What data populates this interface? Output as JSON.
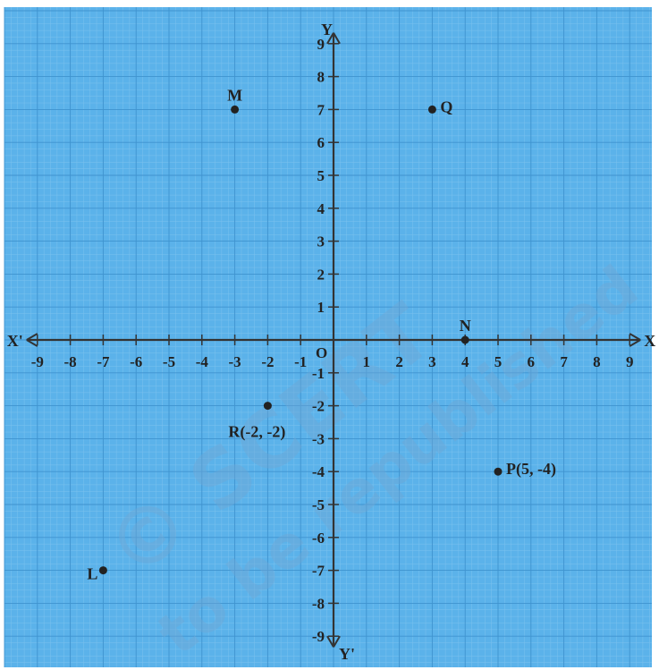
{
  "chart_data": {
    "type": "scatter",
    "xlim": [
      -9,
      9
    ],
    "ylim": [
      -9,
      9
    ],
    "x_ticks": [
      -9,
      -8,
      -7,
      -6,
      -5,
      -4,
      -3,
      -2,
      -1,
      1,
      2,
      3,
      4,
      5,
      6,
      7,
      8,
      9
    ],
    "y_ticks": [
      -9,
      -8,
      -7,
      -6,
      -5,
      -4,
      -3,
      -2,
      -1,
      1,
      2,
      3,
      4,
      5,
      6,
      7,
      8,
      9
    ],
    "x_tick_labels": [
      "-9",
      "-8",
      "-7",
      "-6",
      "-5",
      "-4",
      "-3",
      "-2",
      "-1",
      "1",
      "2",
      "3",
      "4",
      "5",
      "6",
      "7",
      "8",
      "9"
    ],
    "y_tick_labels": [
      "-9",
      "-8",
      "-7",
      "-6",
      "-5",
      "-4",
      "-3",
      "-2",
      "-1",
      "1",
      "2",
      "3",
      "4",
      "5",
      "6",
      "7",
      "8",
      "9"
    ],
    "origin_label": "O",
    "axis_names": {
      "x_pos": "X",
      "x_neg": "X'",
      "y_pos": "Y",
      "y_neg": "Y'"
    },
    "grid": true,
    "points": [
      {
        "label": "M",
        "x": -3,
        "y": 7,
        "anchor": "above"
      },
      {
        "label": "Q",
        "x": 3,
        "y": 7,
        "anchor": "right"
      },
      {
        "label": "N",
        "x": 4,
        "y": 0,
        "anchor": "above"
      },
      {
        "label": "R(-2, -2)",
        "x": -2,
        "y": -2,
        "anchor": "below-left"
      },
      {
        "label": "P(5, -4)",
        "x": 5,
        "y": -4,
        "anchor": "right"
      },
      {
        "label": "L",
        "x": -7,
        "y": -7,
        "anchor": "left"
      }
    ]
  },
  "watermark": {
    "line1": "© SCERT",
    "line2": "to be republished"
  },
  "colors": {
    "background": "#5bb2ea",
    "grid_minor": "#7cc2ee",
    "grid_major": "#3f93cf",
    "axis": "#333333",
    "point": "#222222"
  }
}
